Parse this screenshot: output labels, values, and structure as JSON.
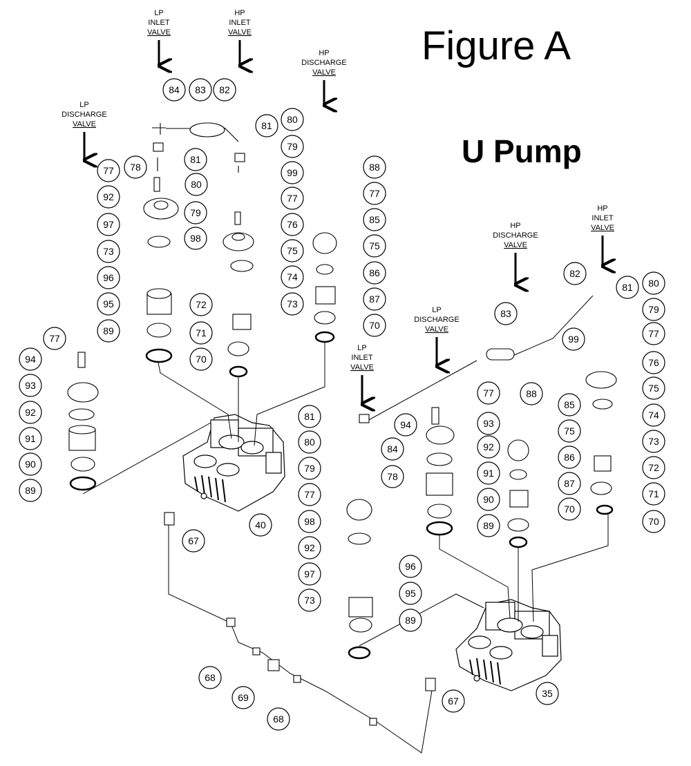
{
  "figure_title": "Figure A",
  "pump_title": "U Pump",
  "valve_words": {
    "lp": "LP",
    "hp": "HP",
    "inlet": "INLET",
    "discharge": "DISCHARGE",
    "valve": "VALVE"
  },
  "valves": [
    {
      "id": "lp-inlet-left",
      "kind": "lp",
      "role": "inlet"
    },
    {
      "id": "hp-inlet-left",
      "kind": "hp",
      "role": "inlet"
    },
    {
      "id": "hp-discharge-left",
      "kind": "hp",
      "role": "discharge"
    },
    {
      "id": "lp-discharge-left",
      "kind": "lp",
      "role": "discharge"
    },
    {
      "id": "hp-discharge-right",
      "kind": "hp",
      "role": "discharge"
    },
    {
      "id": "hp-inlet-right",
      "kind": "hp",
      "role": "inlet"
    },
    {
      "id": "lp-discharge-right",
      "kind": "lp",
      "role": "discharge"
    },
    {
      "id": "lp-inlet-right",
      "kind": "lp",
      "role": "inlet"
    }
  ],
  "callouts": [
    "84",
    "83",
    "82",
    "81",
    "80",
    "81",
    "80",
    "79",
    "79",
    "99",
    "78",
    "77",
    "77",
    "92",
    "98",
    "76",
    "77",
    "88",
    "85",
    "97",
    "75",
    "75",
    "73",
    "74",
    "86",
    "96",
    "95",
    "72",
    "73",
    "87",
    "70",
    "89",
    "77",
    "71",
    "70",
    "94",
    "93",
    "92",
    "91",
    "90",
    "89",
    "40",
    "67",
    "68",
    "69",
    "68",
    "83",
    "82",
    "81",
    "80",
    "79",
    "77",
    "99",
    "76",
    "75",
    "74",
    "73",
    "72",
    "71",
    "70",
    "94",
    "93",
    "92",
    "91",
    "90",
    "89",
    "77",
    "88",
    "85",
    "75",
    "86",
    "87",
    "70",
    "81",
    "84",
    "80",
    "79",
    "77",
    "78",
    "98",
    "92",
    "97",
    "73",
    "96",
    "95",
    "89",
    "35",
    "67"
  ]
}
